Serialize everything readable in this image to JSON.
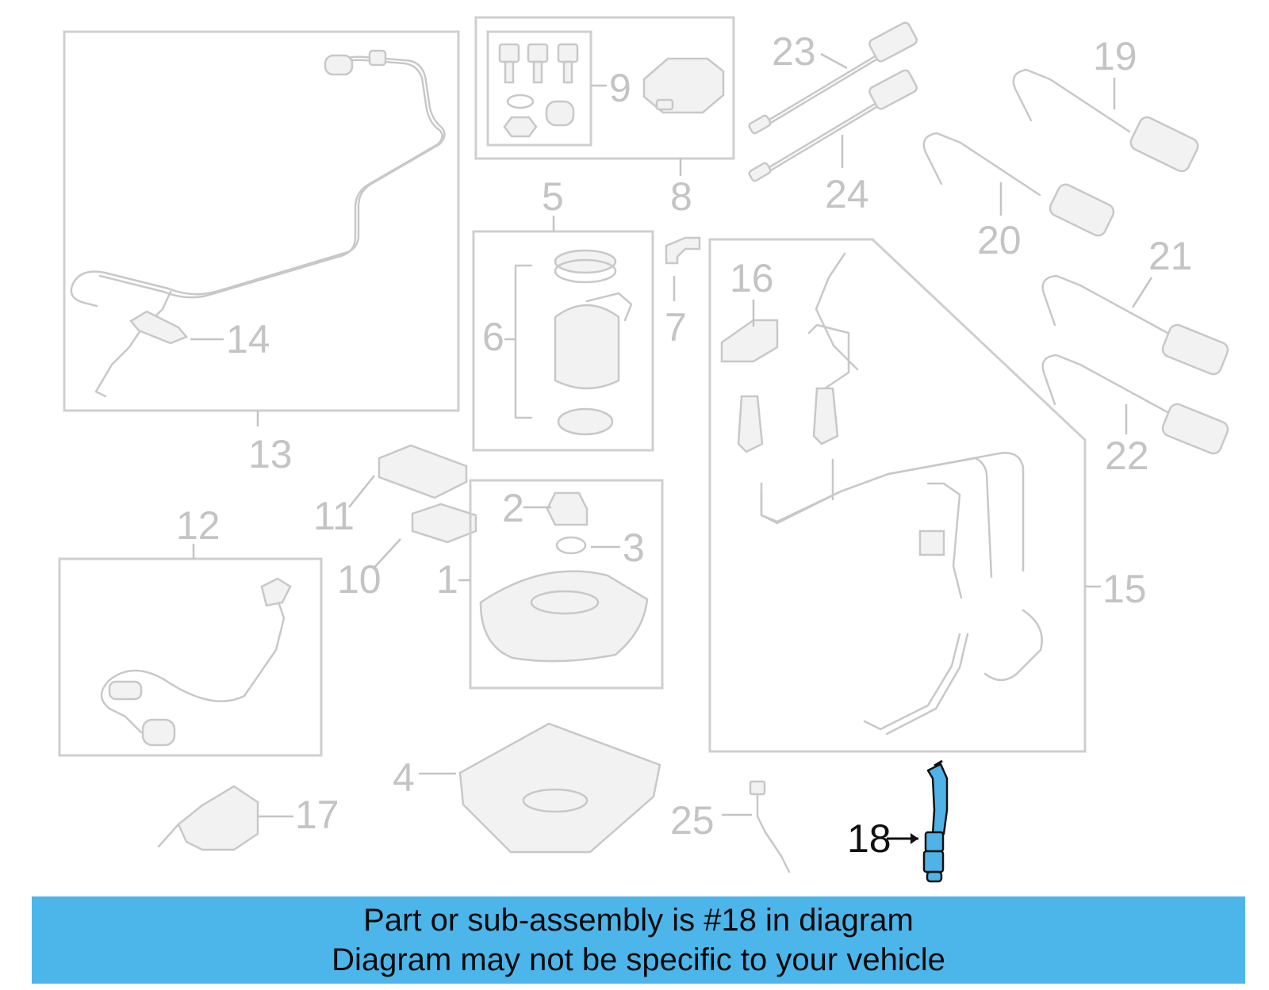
{
  "callouts": {
    "c1": "1",
    "c2": "2",
    "c3": "3",
    "c4": "4",
    "c5": "5",
    "c6": "6",
    "c7": "7",
    "c8": "8",
    "c9": "9",
    "c10": "10",
    "c11": "11",
    "c12": "12",
    "c13": "13",
    "c14": "14",
    "c15": "15",
    "c16": "16",
    "c17": "17",
    "c18": "18",
    "c19": "19",
    "c20": "20",
    "c21": "21",
    "c22": "22",
    "c23": "23",
    "c24": "24",
    "c25": "25"
  },
  "highlighted_part": "18",
  "colors": {
    "highlight": "#4fb3e8",
    "banner": "#4cb6ea",
    "line_art": "#c8c8c8"
  },
  "banner": {
    "line1": "Part or sub-assembly is #18 in diagram",
    "line2": "Diagram may not be specific to your vehicle"
  }
}
